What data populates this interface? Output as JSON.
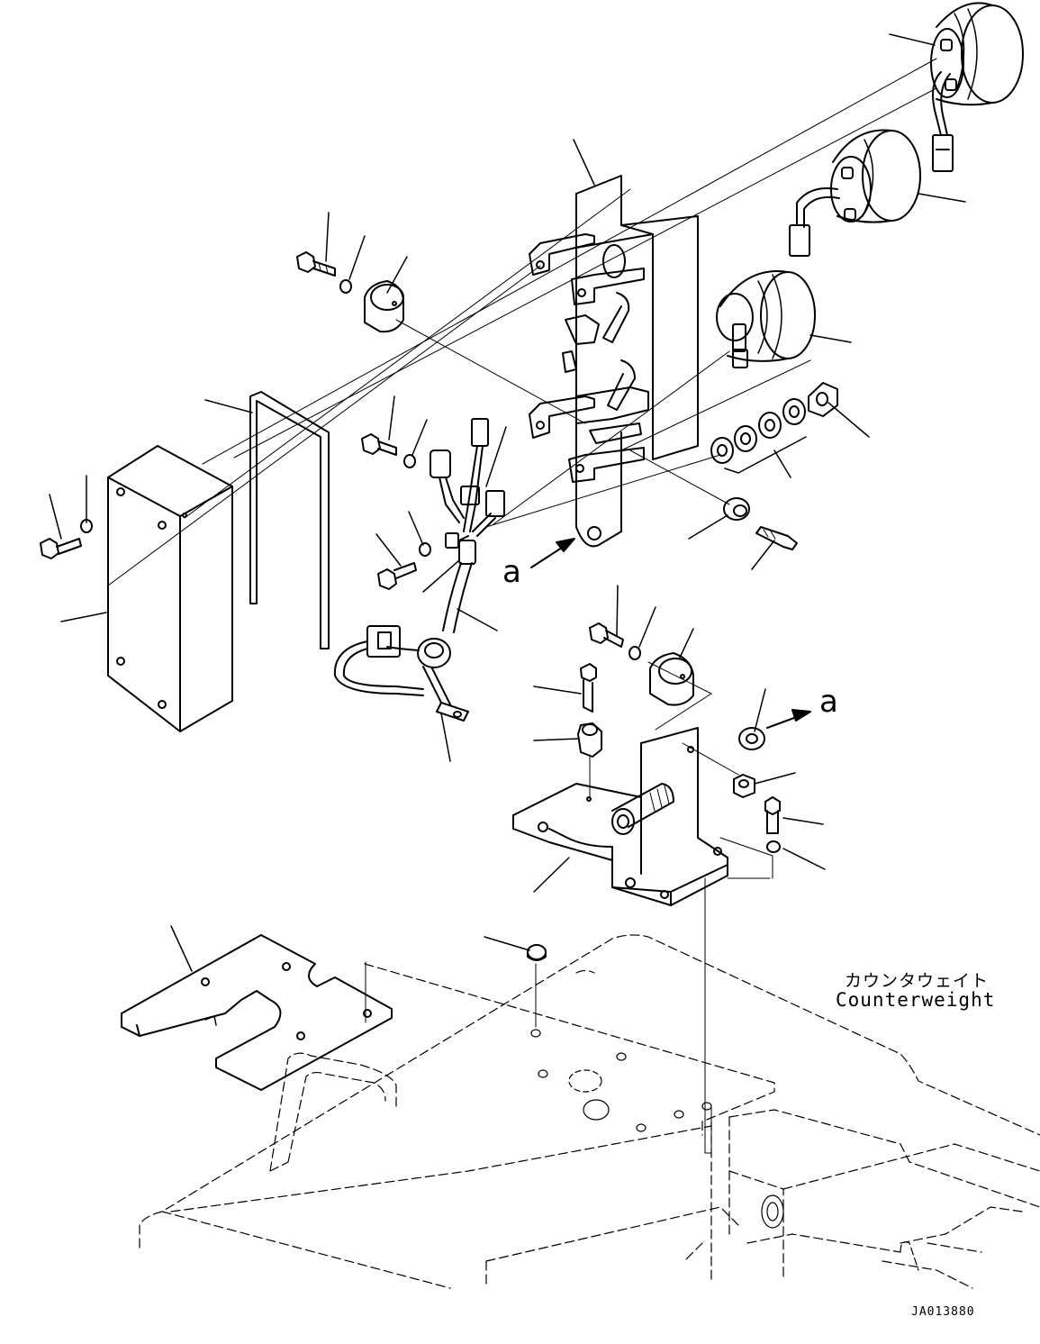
{
  "labels": {
    "arrow_a_left": "a",
    "arrow_a_right": "a"
  },
  "counterweight": {
    "japanese": "カウンタウェイト",
    "english": "Counterweight"
  },
  "drawing_code": "JA013880"
}
